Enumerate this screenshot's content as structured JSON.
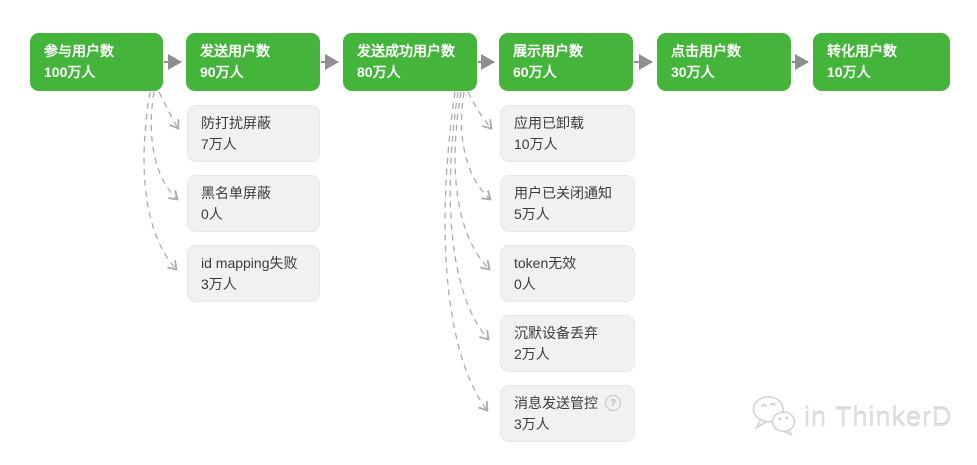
{
  "diagram": {
    "funnel": {
      "stages": [
        {
          "label": "参与用户数",
          "value": "100万人"
        },
        {
          "label": "发送用户数",
          "value": "90万人"
        },
        {
          "label": "发送成功用户数",
          "value": "80万人"
        },
        {
          "label": "展示用户数",
          "value": "60万人"
        },
        {
          "label": "点击用户数",
          "value": "30万人"
        },
        {
          "label": "转化用户数",
          "value": "10万人"
        }
      ]
    },
    "loss_groups": [
      {
        "source_stage": "参与用户数",
        "items": [
          {
            "label": "防打扰屏蔽",
            "value": "7万人"
          },
          {
            "label": "黑名单屏蔽",
            "value": "0人"
          },
          {
            "label": "id mapping失败",
            "value": "3万人"
          }
        ]
      },
      {
        "source_stage": "发送成功用户数",
        "items": [
          {
            "label": "应用已卸载",
            "value": "10万人"
          },
          {
            "label": "用户已关闭通知",
            "value": "5万人"
          },
          {
            "label": "token无效",
            "value": "0人"
          },
          {
            "label": "沉默设备丢弃",
            "value": "2万人"
          },
          {
            "label": "消息发送管控",
            "value": "3万人"
          }
        ]
      }
    ],
    "colors": {
      "stage_green": "#44b53a",
      "loss_background": "#f1f1f1",
      "flow_arrow": "#8f8f8f",
      "dashed_arrow": "#ababab"
    },
    "watermark": {
      "text": "in ThinkerD"
    }
  },
  "icons": {
    "help": "?"
  }
}
